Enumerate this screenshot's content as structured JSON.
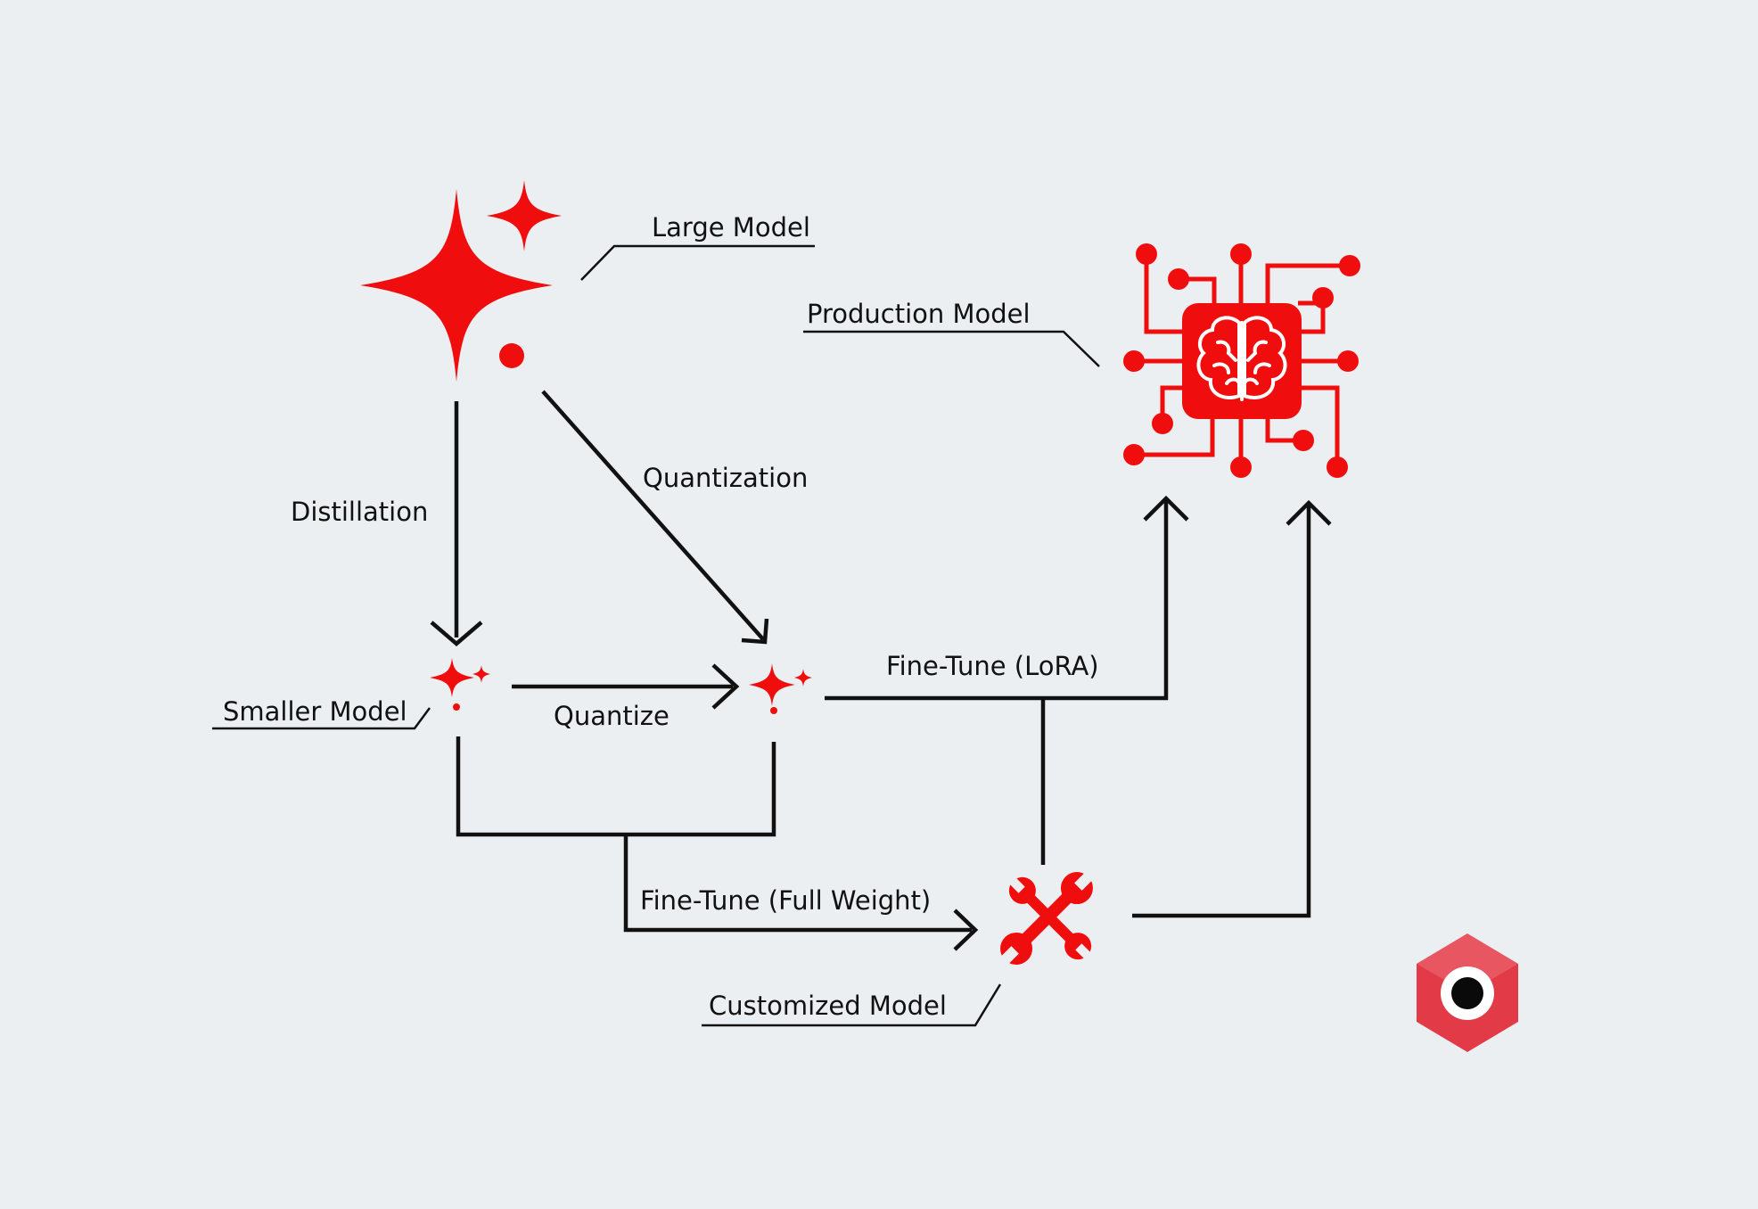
{
  "labels": {
    "large_model": "Large Model",
    "production_model": "Production Model",
    "distillation": "Distillation",
    "quantization": "Quantization",
    "smaller_model": "Smaller Model",
    "quantize": "Quantize",
    "fine_tune_lora": "Fine-Tune (LoRA)",
    "fine_tune_full": "Fine-Tune (Full Weight)",
    "customized_model": "Customized Model"
  },
  "icons": {
    "large_model": "sparkle-icon",
    "smaller_model": "sparkle-icon",
    "quantized_model": "sparkle-icon",
    "customized_model": "wrench-icon",
    "production_model": "brain-chip-icon",
    "brand": "cube-logo-icon"
  },
  "colors": {
    "accent": "#f00d0d",
    "logo": "#e23a47",
    "line": "#111111",
    "background": "#eceff2"
  }
}
